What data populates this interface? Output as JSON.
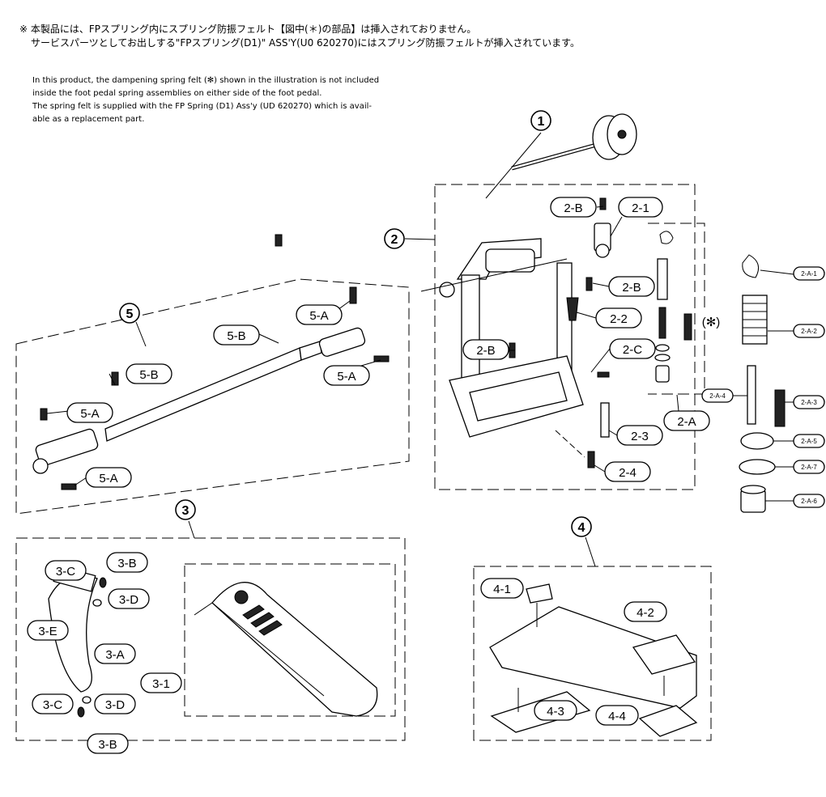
{
  "notes": {
    "jp_line1": "※ 本製品には、FPスプリング内にスプリング防振フェルト【図中(＊)の部品】は挿入されておりません。",
    "jp_line2": "サービスパーツとしてお出しする\"FPスプリング(D1)\" ASS'Y(U0 620270)にはスプリング防振フェルトが挿入されています。",
    "en_lines": [
      "In this product, the dampening spring felt (✻) shown in the illustration is not included",
      "inside the foot pedal spring assemblies on either side of the foot pedal.",
      "The spring felt is supplied with the FP Spring (D1) Ass'y (UD 620270) which is avail-",
      "able as a replacement part."
    ]
  },
  "groups": [
    "1",
    "2",
    "3",
    "4",
    "5"
  ],
  "labels": {
    "l2B_a": "2-B",
    "l21": "2-1",
    "l2B_b": "2-B",
    "l2B_c": "2-B",
    "l22": "2-2",
    "l2C": "2-C",
    "l23": "2-3",
    "l24": "2-4",
    "l2A": "2-A",
    "felt": "(✻)",
    "l5A_a": "5-A",
    "l5B_a": "5-B",
    "l5A_b": "5-A",
    "l5B_b": "5-B",
    "l5A_c": "5-A",
    "l5A_d": "5-A",
    "l3B_a": "3-B",
    "l3C_a": "3-C",
    "l3D_a": "3-D",
    "l3E": "3-E",
    "l3A": "3-A",
    "l31": "3-1",
    "l3C_b": "3-C",
    "l3D_b": "3-D",
    "l3B_b": "3-B",
    "l41": "4-1",
    "l42": "4-2",
    "l43": "4-3",
    "l44": "4-4"
  },
  "small_labels": {
    "s1": "2-A-1",
    "s2": "2-A-2",
    "s3": "2-A-3",
    "s4": "2-A-4",
    "s5": "2-A-5",
    "s7": "2-A-7",
    "s6": "2-A-6"
  }
}
